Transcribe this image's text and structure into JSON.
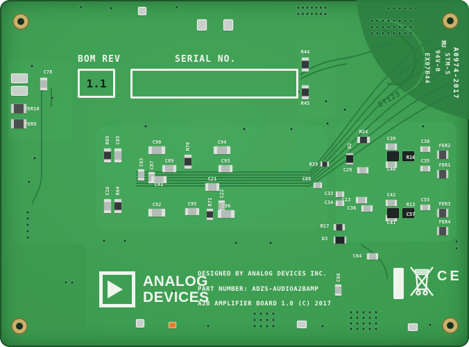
{
  "board": {
    "bom": {
      "label": "BOM REV",
      "value": "1.1"
    },
    "serial": {
      "label": "SERIAL NO."
    },
    "logo": {
      "line1": "ANALOG",
      "line2": "DEVICES"
    },
    "credits": [
      "DESIGNED BY ANALOG DEVICES INC.",
      "PART NUMBER: ADZS-AUDIOA2BAMP",
      "A2B AMPLIFIER BOARD 1.0 (C) 2017"
    ],
    "markings": {
      "side_code": "A0974-2017",
      "ul_mark": "ЯU",
      "material": [
        "STM-5",
        "94V-0",
        "EX07B44"
      ],
      "copper_etch": "ET123",
      "ce": "CE"
    },
    "colors": {
      "solder_mask": "#3b9b4f",
      "copper_trace": "#2b7c40",
      "silkscreen": "#eff5ed",
      "hole_ring": "#c8b169"
    }
  },
  "components": [
    {
      "ref": "C78",
      "l": [
        69,
        104
      ],
      "c": [
        58,
        112,
        10,
        18
      ],
      "t": "cap",
      "o": "v"
    },
    {
      "ref": "FER10",
      "l": [
        46,
        157
      ],
      "c": [
        16,
        150,
        22,
        13
      ],
      "t": "fer",
      "o": "h"
    },
    {
      "ref": "FER9",
      "l": [
        44,
        179
      ],
      "c": [
        16,
        172,
        22,
        13
      ],
      "t": "fer",
      "o": "h"
    },
    {
      "ref": "R65",
      "l": [
        155,
        202
      ],
      "v": true,
      "c": [
        150,
        214,
        10,
        20
      ],
      "t": "res",
      "o": "v"
    },
    {
      "ref": "C85",
      "l": [
        170,
        202
      ],
      "v": true,
      "c": [
        165,
        214,
        10,
        20
      ],
      "t": "cap",
      "o": "v"
    },
    {
      "ref": "C16",
      "l": [
        155,
        275
      ],
      "v": true,
      "c": [
        150,
        287,
        10,
        20
      ],
      "t": "cap",
      "o": "v"
    },
    {
      "ref": "R64",
      "l": [
        170,
        275
      ],
      "v": true,
      "c": [
        165,
        287,
        10,
        20
      ],
      "t": "res",
      "o": "v"
    },
    {
      "ref": "C90",
      "l": [
        226,
        205
      ],
      "c": [
        214,
        211,
        24,
        11
      ],
      "t": "cap",
      "o": "h"
    },
    {
      "ref": "C83",
      "l": [
        204,
        234
      ],
      "v": true,
      "c": [
        199,
        244,
        9,
        16
      ],
      "t": "cap",
      "o": "v"
    },
    {
      "ref": "C87",
      "l": [
        219,
        238
      ],
      "v": true,
      "c": [
        214,
        248,
        9,
        16
      ],
      "t": "cap",
      "o": "v"
    },
    {
      "ref": "C89",
      "l": [
        244,
        232
      ],
      "c": [
        234,
        238,
        20,
        10
      ],
      "t": "cap",
      "o": "h"
    },
    {
      "ref": "C91",
      "l": [
        229,
        266
      ],
      "c": [
        218,
        254,
        22,
        10
      ],
      "t": "cap",
      "o": "h"
    },
    {
      "ref": "C92",
      "l": [
        226,
        295
      ],
      "c": [
        214,
        301,
        24,
        11
      ],
      "t": "cap",
      "o": "h"
    },
    {
      "ref": "R70",
      "l": [
        271,
        211
      ],
      "v": true,
      "c": [
        266,
        223,
        10,
        20
      ],
      "t": "res",
      "o": "v"
    },
    {
      "ref": "C94",
      "l": [
        320,
        205
      ],
      "c": [
        308,
        211,
        24,
        11
      ],
      "t": "cap",
      "o": "h"
    },
    {
      "ref": "C93",
      "l": [
        325,
        232
      ],
      "c": [
        315,
        238,
        20,
        10
      ],
      "t": "cap",
      "o": "h"
    },
    {
      "ref": "C21",
      "l": [
        306,
        258
      ],
      "c": [
        296,
        264,
        20,
        11
      ],
      "t": "cap",
      "o": "h"
    },
    {
      "ref": "C22",
      "l": [
        320,
        279
      ],
      "v": true,
      "c": [
        315,
        289,
        9,
        16
      ],
      "t": "cap",
      "o": "v"
    },
    {
      "ref": "R71",
      "l": [
        303,
        291
      ],
      "v": true,
      "c": [
        298,
        301,
        9,
        16
      ],
      "t": "res",
      "o": "v"
    },
    {
      "ref": "C96",
      "l": [
        326,
        297
      ],
      "c": [
        314,
        303,
        24,
        11
      ],
      "t": "cap",
      "o": "h"
    },
    {
      "ref": "C95",
      "l": [
        277,
        294
      ],
      "c": [
        267,
        300,
        20,
        10
      ],
      "t": "cap",
      "o": "h"
    },
    {
      "ref": "C68",
      "l": [
        442,
        258
      ],
      "c": [
        452,
        263,
        12,
        8
      ],
      "t": "cap",
      "o": "h"
    },
    {
      "ref": "R19",
      "l": [
        452,
        237
      ],
      "c": [
        462,
        233,
        12,
        7
      ],
      "t": "res",
      "o": "h"
    },
    {
      "ref": "R44",
      "l": [
        440,
        75
      ],
      "c": [
        435,
        83,
        10,
        20
      ],
      "t": "res",
      "o": "v"
    },
    {
      "ref": "R45",
      "l": [
        440,
        149
      ],
      "c": [
        435,
        123,
        10,
        20
      ],
      "t": "res",
      "o": "v"
    },
    {
      "ref": "R24",
      "l": [
        524,
        190
      ],
      "c": [
        515,
        197,
        18,
        9
      ],
      "t": "res",
      "o": "h"
    },
    {
      "ref": "D2",
      "l": [
        504,
        210
      ],
      "v": true,
      "c": [
        499,
        221,
        10,
        16
      ],
      "t": "diode",
      "o": "v"
    },
    {
      "ref": "C29",
      "l": [
        501,
        245
      ],
      "c": [
        515,
        241,
        16,
        9
      ],
      "t": "cap",
      "o": "h"
    },
    {
      "ref": "C13",
      "l": [
        499,
        288
      ],
      "c": [
        513,
        284,
        16,
        9
      ],
      "t": "cap",
      "o": "h"
    },
    {
      "ref": "C36",
      "l": [
        507,
        300
      ],
      "c": [
        521,
        296,
        16,
        9
      ],
      "t": "cap",
      "o": "h"
    },
    {
      "ref": "C39",
      "l": [
        564,
        200
      ],
      "c": [
        556,
        207,
        16,
        9
      ],
      "t": "cap",
      "o": "h"
    },
    {
      "ref": "R16",
      "l": [
        592,
        227
      ]
    },
    {
      "ref": "C40",
      "l": [
        564,
        244
      ],
      "c": [
        556,
        233,
        16,
        9
      ],
      "t": "cap",
      "o": "h"
    },
    {
      "ref": "C30",
      "l": [
        613,
        204
      ],
      "c": [
        606,
        211,
        14,
        8
      ],
      "t": "cap",
      "o": "h"
    },
    {
      "ref": "FER2",
      "l": [
        641,
        210
      ],
      "c": [
        630,
        217,
        16,
        12
      ],
      "t": "fer",
      "o": "h"
    },
    {
      "ref": "C35",
      "l": [
        613,
        232
      ],
      "c": [
        606,
        239,
        14,
        8
      ],
      "t": "cap",
      "o": "h"
    },
    {
      "ref": "FER1",
      "l": [
        641,
        238
      ],
      "c": [
        630,
        245,
        16,
        12
      ],
      "t": "fer",
      "o": "h"
    },
    {
      "ref": "C42",
      "l": [
        564,
        281
      ],
      "c": [
        556,
        288,
        16,
        9
      ],
      "t": "cap",
      "o": "h"
    },
    {
      "ref": "R13",
      "l": [
        592,
        295
      ]
    },
    {
      "ref": "C57",
      "l": [
        592,
        309
      ]
    },
    {
      "ref": "C41",
      "l": [
        564,
        321
      ],
      "c": [
        556,
        310,
        16,
        9
      ],
      "t": "cap",
      "o": "h"
    },
    {
      "ref": "C55",
      "l": [
        613,
        288
      ],
      "c": [
        606,
        295,
        14,
        8
      ],
      "t": "cap",
      "o": "h"
    },
    {
      "ref": "FER3",
      "l": [
        641,
        294
      ],
      "c": [
        630,
        301,
        16,
        12
      ],
      "t": "fer",
      "o": "h"
    },
    {
      "ref": "FER4",
      "l": [
        641,
        320
      ],
      "c": [
        630,
        327,
        16,
        12
      ],
      "t": "fer",
      "o": "h"
    },
    {
      "ref": "C33",
      "l": [
        474,
        279
      ],
      "c": [
        484,
        276,
        12,
        8
      ],
      "t": "cap",
      "o": "h"
    },
    {
      "ref": "C34",
      "l": [
        474,
        292
      ],
      "c": [
        484,
        289,
        12,
        8
      ],
      "t": "cap",
      "o": "h"
    },
    {
      "ref": "R17",
      "l": [
        468,
        326
      ],
      "c": [
        481,
        323,
        16,
        9
      ],
      "t": "res",
      "o": "h"
    },
    {
      "ref": "D3",
      "l": [
        468,
        344
      ],
      "c": [
        481,
        341,
        18,
        10
      ],
      "t": "diode",
      "o": "h"
    },
    {
      "ref": "C64",
      "l": [
        515,
        369
      ],
      "c": [
        529,
        365,
        16,
        9
      ],
      "t": "cap",
      "o": "h"
    },
    {
      "ref": "C86",
      "l": [
        488,
        400
      ],
      "v": true,
      "c": [
        483,
        410,
        9,
        16
      ],
      "t": "cap",
      "o": "v"
    },
    {
      "ref": "",
      "c": [
        558,
        218,
        15,
        12
      ],
      "t": "ic"
    },
    {
      "ref": "",
      "c": [
        580,
        218,
        15,
        12
      ],
      "t": "ic"
    },
    {
      "ref": "",
      "c": [
        558,
        300,
        15,
        12
      ],
      "t": "ic"
    },
    {
      "ref": "",
      "c": [
        580,
        300,
        15,
        12
      ],
      "t": "ic"
    },
    {
      "ref": "",
      "c": [
        16,
        106,
        22,
        12
      ],
      "t": "pad"
    },
    {
      "ref": "",
      "c": [
        16,
        124,
        22,
        12
      ],
      "t": "pad"
    },
    {
      "ref": "",
      "c": [
        284,
        28,
        12,
        14
      ],
      "t": "pad"
    },
    {
      "ref": "",
      "c": [
        322,
        28,
        12,
        14
      ],
      "t": "pad"
    },
    {
      "ref": "",
      "c": [
        199,
        10,
        10,
        10
      ],
      "t": "pad"
    },
    {
      "ref": "",
      "c": [
        196,
        460,
        10,
        10
      ],
      "t": "pad"
    },
    {
      "ref": "",
      "c": [
        243,
        464,
        9,
        7
      ],
      "t": "led"
    },
    {
      "ref": "",
      "c": [
        428,
        462,
        12,
        9
      ],
      "t": "pad"
    },
    {
      "ref": "",
      "c": [
        588,
        466,
        12,
        9
      ],
      "t": "pad"
    }
  ]
}
